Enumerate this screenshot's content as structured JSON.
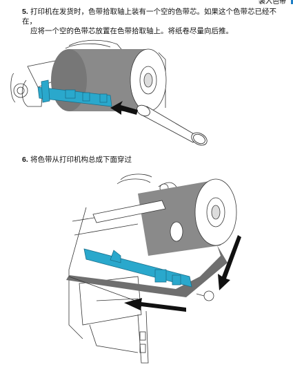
{
  "header": {
    "section_text": "装入色带"
  },
  "steps": [
    {
      "number": "5.",
      "line1": "打印机在发货时，色带拾取轴上装有一个空的色带芯。如果这个色带芯已经不在，",
      "line2": "应将一个空的色带芯放置在色带拾取轴上。将纸卷尽量向后推。"
    },
    {
      "number": "6.",
      "line1": "将色带从打印机构总成下面穿过"
    }
  ],
  "colors": {
    "spindle_blue": "#2aa8cc",
    "ribbon_gray": "#8a8a8a",
    "ribbon_dark": "#6f6f6f",
    "line": "#333333",
    "header_accent": "#1c7ec6"
  },
  "figures": [
    {
      "name": "ribbon-take-up-illustration",
      "kind": "line-drawing"
    },
    {
      "name": "ribbon-threading-illustration",
      "kind": "line-drawing"
    }
  ]
}
